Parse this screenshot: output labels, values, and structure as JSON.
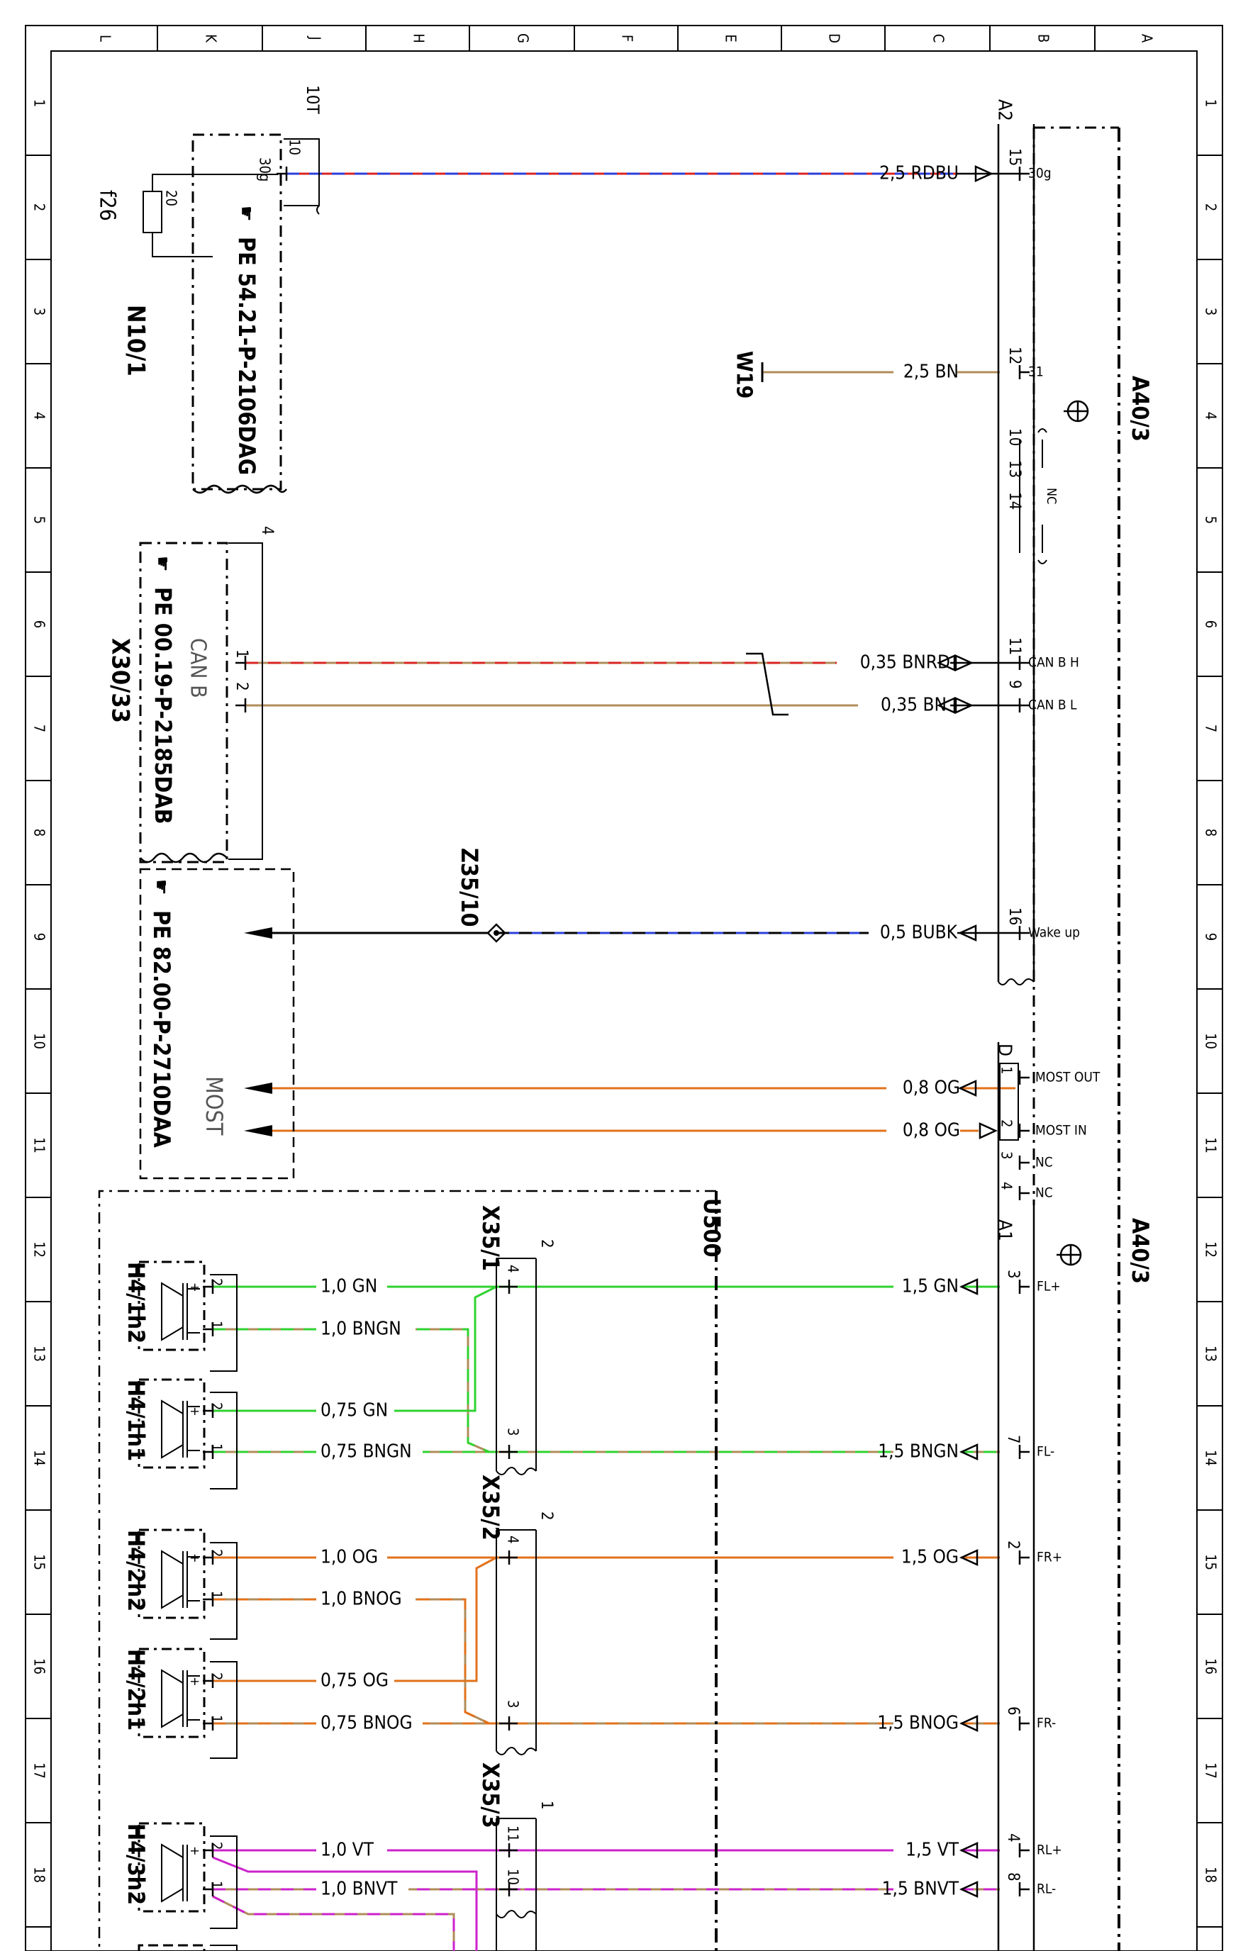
{
  "frame": {
    "column_labels": [
      "L",
      "K",
      "J",
      "H",
      "G",
      "F",
      "E",
      "D",
      "C",
      "B",
      "A"
    ],
    "row_labels": [
      "1",
      "2",
      "3",
      "4",
      "5",
      "6",
      "7",
      "8",
      "9",
      "10",
      "11",
      "12",
      "13",
      "14",
      "15",
      "16",
      "17",
      "18"
    ]
  },
  "components": {
    "n10_1": "N10/1",
    "n10_1_pin_group": "10T",
    "fuse_label": "f26",
    "fuse_value": "20",
    "pin_30g_num": "10",
    "pin_30g_name": "30g",
    "ref_n10": "PE 54.21-P-2106DAG",
    "x30_33": "X30/33",
    "x30_33_group": "4",
    "x30_33_sub": "CAN B",
    "x30_pin1": "1",
    "x30_pin2": "2",
    "ref_x30": "PE 00.19-P-2185DAB",
    "ref_most": "PE 82.00-P-2710DAA",
    "most_label": "MOST",
    "z35_10": "Z35/10",
    "w19": "W19",
    "a40_3": "A40/3",
    "a40_3_lower": "A40/3",
    "a2": "A2",
    "a1": "A1",
    "d": "D",
    "u500": "U500",
    "x35_1": "X35/1",
    "x35_1_group": "2",
    "x35_2": "X35/2",
    "x35_2_group": "2",
    "x35_3": "X35/3",
    "x35_3_group": "1",
    "h4_1h2": "H4/1h2",
    "h4_1h1": "H4/1h1",
    "h4_2h2": "H4/2h2",
    "h4_2h1": "H4/2h1",
    "h4_3h2": "H4/3h2"
  },
  "a2_pins": [
    {
      "num": "15",
      "name": "30g"
    },
    {
      "num": "12",
      "name": "31"
    },
    {
      "num": "10",
      "name": ""
    },
    {
      "num": "13",
      "name": ""
    },
    {
      "num": "14",
      "name": ""
    },
    {
      "num": "11",
      "name": "CAN B H"
    },
    {
      "num": "9",
      "name": "CAN B L"
    },
    {
      "num": "16",
      "name": "Wake up"
    }
  ],
  "nc_label": "NC",
  "most_pins": [
    {
      "num": "1",
      "name": "MOST OUT"
    },
    {
      "num": "2",
      "name": "MOST IN"
    },
    {
      "num": "3",
      "name": "NC"
    },
    {
      "num": "4",
      "name": "NC"
    }
  ],
  "a1_pins": [
    {
      "num": "3",
      "name": "FL+"
    },
    {
      "num": "7",
      "name": "FL-"
    },
    {
      "num": "2",
      "name": "FR+"
    },
    {
      "num": "6",
      "name": "FR-"
    },
    {
      "num": "4",
      "name": "RL+"
    },
    {
      "num": "8",
      "name": "RL-"
    }
  ],
  "x35_pins": {
    "x35_1_a": "4",
    "x35_1_b": "3",
    "x35_2_a": "4",
    "x35_2_b": "3",
    "x35_3_a": "11",
    "x35_3_b": "10"
  },
  "speaker_pins": {
    "plus": "2",
    "minus": "1",
    "plus_sign": "+"
  },
  "wires": [
    {
      "id": "w30g",
      "label": "2,5 RDBU",
      "colors": [
        "#d92323",
        "#2b3fd9"
      ]
    },
    {
      "id": "w31",
      "label": "2,5 BN",
      "colors": [
        "#b08c5a"
      ]
    },
    {
      "id": "wcanh",
      "label": "0,35 BNRD",
      "colors": [
        "#b08c5a",
        "#d92323"
      ]
    },
    {
      "id": "wcanl",
      "label": "0,35 BN",
      "colors": [
        "#b08c5a"
      ]
    },
    {
      "id": "wwake",
      "label": "0,5 BUBK",
      "colors": [
        "#2b3fd9",
        "#000000"
      ]
    },
    {
      "id": "wmost1",
      "label": "0,8 OG",
      "colors": [
        "#e2721b"
      ]
    },
    {
      "id": "wmost2",
      "label": "0,8 OG",
      "colors": [
        "#e2721b"
      ]
    },
    {
      "id": "wfl_main",
      "label": "1,5 GN",
      "colors": [
        "#2fd32f"
      ]
    },
    {
      "id": "wfl_neg",
      "label": "1,5 BNGN",
      "colors": [
        "#b08c5a",
        "#2fd32f"
      ]
    },
    {
      "id": "wfr_main",
      "label": "1,5 OG",
      "colors": [
        "#e2721b"
      ]
    },
    {
      "id": "wfr_neg",
      "label": "1,5 BNOG",
      "colors": [
        "#b08c5a",
        "#e2721b"
      ]
    },
    {
      "id": "wrl_main",
      "label": "1,5 VT",
      "colors": [
        "#cc22cc"
      ]
    },
    {
      "id": "wrl_neg",
      "label": "1,5 BNVT",
      "colors": [
        "#b08c5a",
        "#cc22cc"
      ]
    },
    {
      "id": "h12p",
      "label": "1,0 GN",
      "colors": [
        "#2fd32f"
      ]
    },
    {
      "id": "h12n",
      "label": "1,0 BNGN",
      "colors": [
        "#b08c5a",
        "#2fd32f"
      ]
    },
    {
      "id": "h11p",
      "label": "0,75 GN",
      "colors": [
        "#2fd32f"
      ]
    },
    {
      "id": "h11n",
      "label": "0,75 BNGN",
      "colors": [
        "#b08c5a",
        "#2fd32f"
      ]
    },
    {
      "id": "h22p",
      "label": "1,0 OG",
      "colors": [
        "#e2721b"
      ]
    },
    {
      "id": "h22n",
      "label": "1,0 BNOG",
      "colors": [
        "#b08c5a",
        "#e2721b"
      ]
    },
    {
      "id": "h21p",
      "label": "0,75 OG",
      "colors": [
        "#e2721b"
      ]
    },
    {
      "id": "h21n",
      "label": "0,75 BNOG",
      "colors": [
        "#b08c5a",
        "#e2721b"
      ]
    },
    {
      "id": "h32p",
      "label": "1,0 VT",
      "colors": [
        "#cc22cc"
      ]
    },
    {
      "id": "h32n",
      "label": "1,0 BNVT",
      "colors": [
        "#b08c5a",
        "#cc22cc"
      ]
    }
  ]
}
